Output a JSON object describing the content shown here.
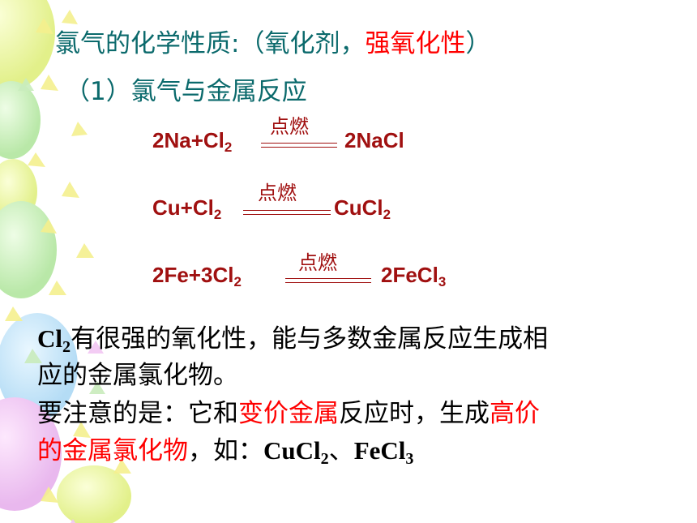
{
  "title": {
    "lead": "氯气的化学性质:（",
    "part1": "氧化剂，",
    "part2": "强氧化性",
    "tail": "）"
  },
  "subtitle": "（1）氯气与金属反应",
  "reactions": [
    {
      "lhs_main": "2Na+Cl",
      "lhs_sub": "2",
      "condition": "点燃",
      "rhs_main": "2NaCl",
      "rhs_sub": ""
    },
    {
      "lhs_main": "Cu+Cl",
      "lhs_sub": "2",
      "condition": "点燃",
      "rhs_main": "CuCl",
      "rhs_sub": "2"
    },
    {
      "lhs_main": "2Fe+3Cl",
      "lhs_sub": "2",
      "condition": "点燃",
      "rhs_main": "2FeCl",
      "rhs_sub": "3"
    }
  ],
  "paragraph1": {
    "formula": "Cl",
    "formula_sub": "2",
    "line1_rest": "有很强的氧化性，能与多数金属反应生成相",
    "line2": "应的金属氯化物。"
  },
  "paragraph2": {
    "a": "要注意的是：它和",
    "b_red": "变价金属",
    "c": "反应时，生成",
    "d_red": "高价",
    "e_red": "的金属氯化物",
    "f": "，如：",
    "f1": "CuCl",
    "f1_sub": "2",
    "sep": "、",
    "f2": "FeCl",
    "f2_sub": "3"
  },
  "colors": {
    "teal": "#0b6a6c",
    "red": "#ff0000",
    "maroon": "#a01010"
  }
}
